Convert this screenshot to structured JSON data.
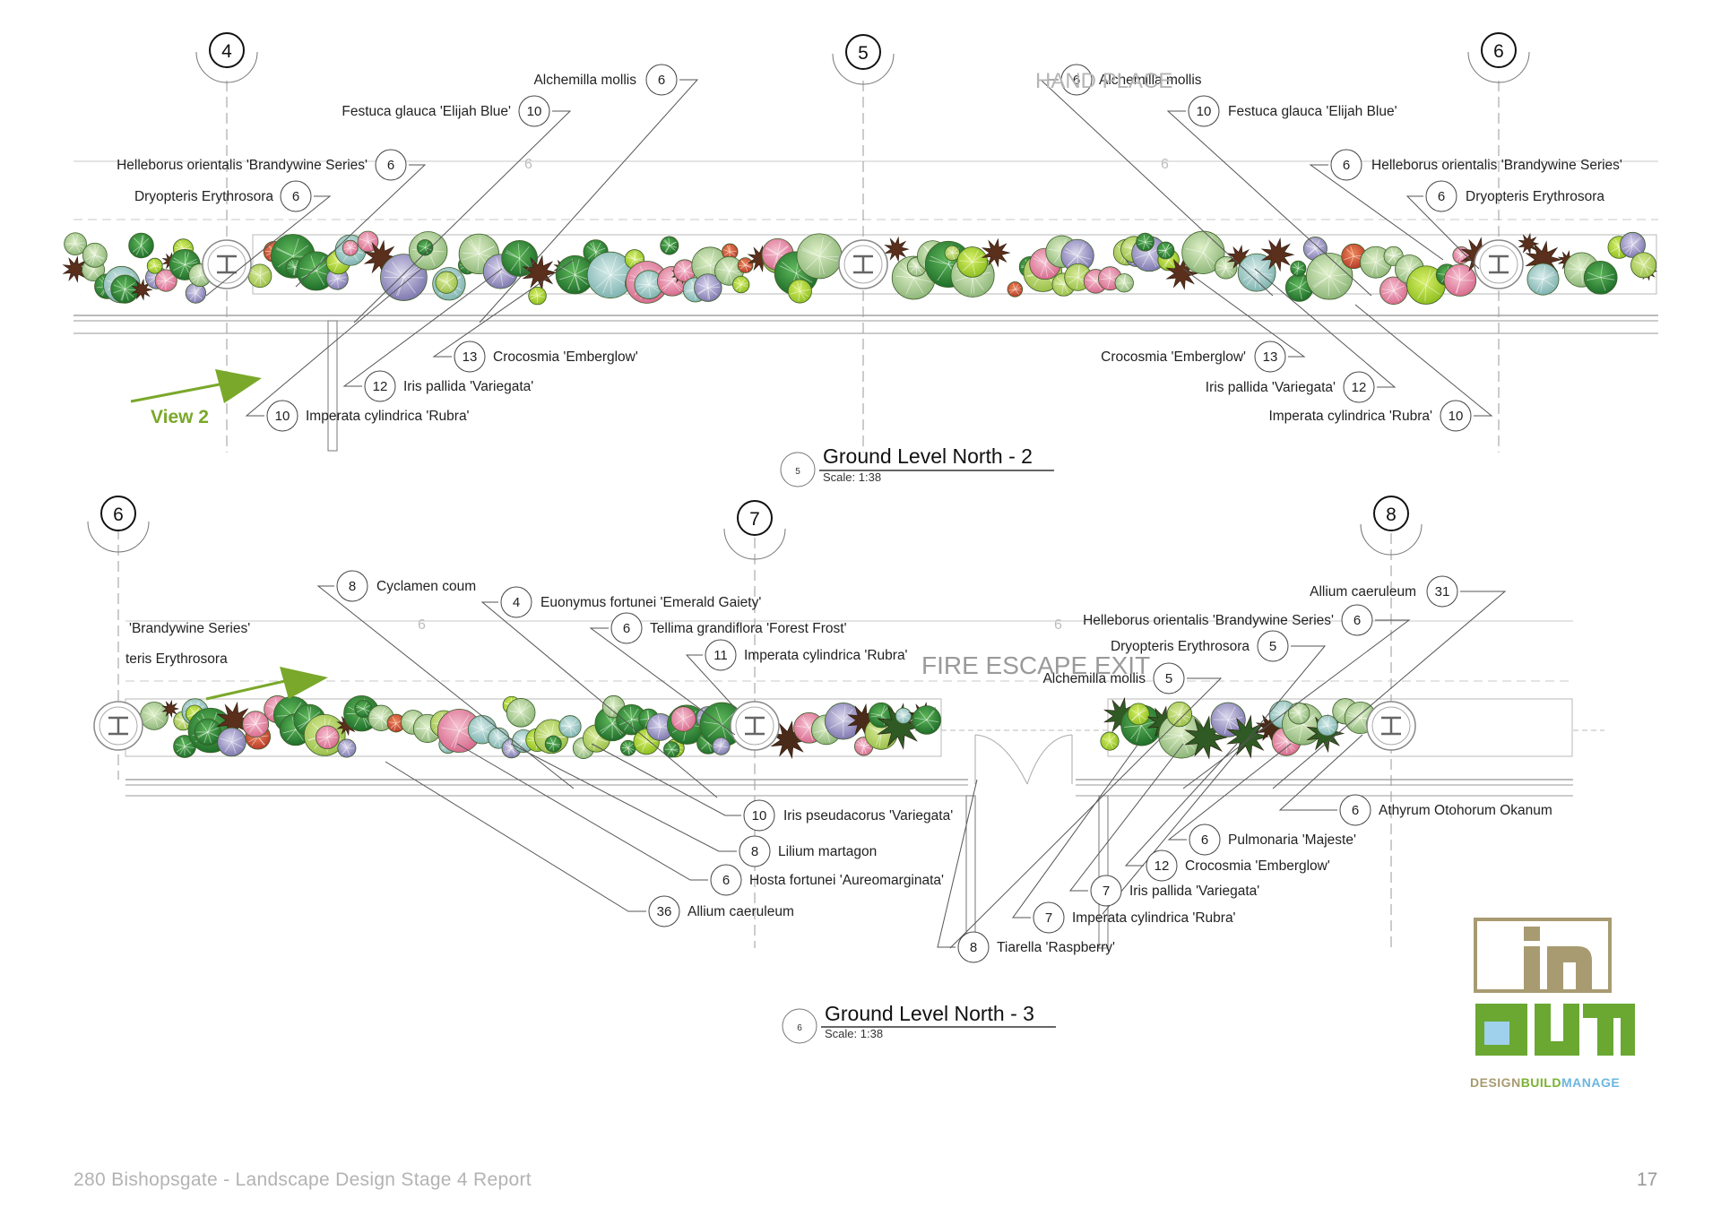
{
  "plan2": {
    "title": "Ground Level North - 2",
    "scale": "Scale: 1:38",
    "ref": "5",
    "grid_markers": [
      "4",
      "5",
      "6"
    ],
    "view_label": "View 2",
    "ghost_text": "HAND PLACE",
    "labels": [
      {
        "name": "Alchemilla mollis",
        "qty": "6"
      },
      {
        "name": "Festuca glauca 'Elijah Blue'",
        "qty": "10"
      },
      {
        "name": "Helleborus orientalis 'Brandywine Series'",
        "qty": "6"
      },
      {
        "name": "Dryopteris Erythrosora",
        "qty": "6"
      },
      {
        "name": "Crocosmia 'Emberglow'",
        "qty": "13"
      },
      {
        "name": "Iris pallida 'Variegata'",
        "qty": "12"
      },
      {
        "name": "Imperata cylindrica 'Rubra'",
        "qty": "10"
      },
      {
        "name": "Alchemilla mollis",
        "qty": "6"
      },
      {
        "name": "Festuca glauca 'Elijah Blue'",
        "qty": "10"
      },
      {
        "name": "Helleborus orientalis 'Brandywine Series'",
        "qty": "6"
      },
      {
        "name": "Dryopteris Erythrosora",
        "qty": "6"
      },
      {
        "name": "Crocosmia 'Emberglow'",
        "qty": "13"
      },
      {
        "name": "Iris pallida 'Variegata'",
        "qty": "12"
      },
      {
        "name": "Imperata cylindrica 'Rubra'",
        "qty": "10"
      }
    ],
    "dim_marks": [
      "6",
      "6"
    ]
  },
  "plan3": {
    "title": "Ground Level North - 3",
    "scale": "Scale: 1:38",
    "ref": "6",
    "grid_markers": [
      "6",
      "7",
      "8"
    ],
    "ghost_text": "FIRE ESCAPE EXIT",
    "cut_labels": [
      "'Brandywine Series'",
      "teris Erythrosora"
    ],
    "labels": [
      {
        "name": "Cyclamen coum",
        "qty": "8"
      },
      {
        "name": "Euonymus fortunei 'Emerald Gaiety'",
        "qty": "4"
      },
      {
        "name": "Tellima grandiflora 'Forest Frost'",
        "qty": "6"
      },
      {
        "name": "Imperata cylindrica 'Rubra'",
        "qty": "11"
      },
      {
        "name": "Iris pseudacorus 'Variegata'",
        "qty": "10"
      },
      {
        "name": "Lilium martagon",
        "qty": "8"
      },
      {
        "name": "Hosta fortunei 'Aureomarginata'",
        "qty": "6"
      },
      {
        "name": "Allium caeruleum",
        "qty": "36"
      },
      {
        "name": "Allium caeruleum",
        "qty": "31"
      },
      {
        "name": "Helleborus orientalis 'Brandywine Series'",
        "qty": "6"
      },
      {
        "name": "Dryopteris Erythrosora",
        "qty": "5"
      },
      {
        "name": "Alchemilla mollis",
        "qty": "5"
      },
      {
        "name": "Athyrum Otohorum Okanum",
        "qty": "6"
      },
      {
        "name": "Pulmonaria 'Majeste'",
        "qty": "6"
      },
      {
        "name": "Crocosmia 'Emberglow'",
        "qty": "12"
      },
      {
        "name": "Iris pallida 'Variegata'",
        "qty": "7"
      },
      {
        "name": "Imperata cylindrica 'Rubra'",
        "qty": "7"
      },
      {
        "name": "Tiarella 'Raspberry'",
        "qty": "8"
      }
    ],
    "dim_marks": [
      "6",
      "6"
    ]
  },
  "logo": {
    "tagline_parts": [
      "DESIGN",
      "BUILD",
      "MANAGE"
    ],
    "colors": {
      "design": "#a89b72",
      "build": "#7ab230",
      "manage": "#6cb6e0",
      "green": "#6aa832",
      "khaki": "#a89b72"
    }
  },
  "footer": {
    "text": "280 Bishopsgate - Landscape Design Stage 4 Report",
    "page": "17"
  },
  "colors": {
    "accent_green": "#7aa82a",
    "line": "#555555",
    "soft_line": "#bfbfbf"
  }
}
